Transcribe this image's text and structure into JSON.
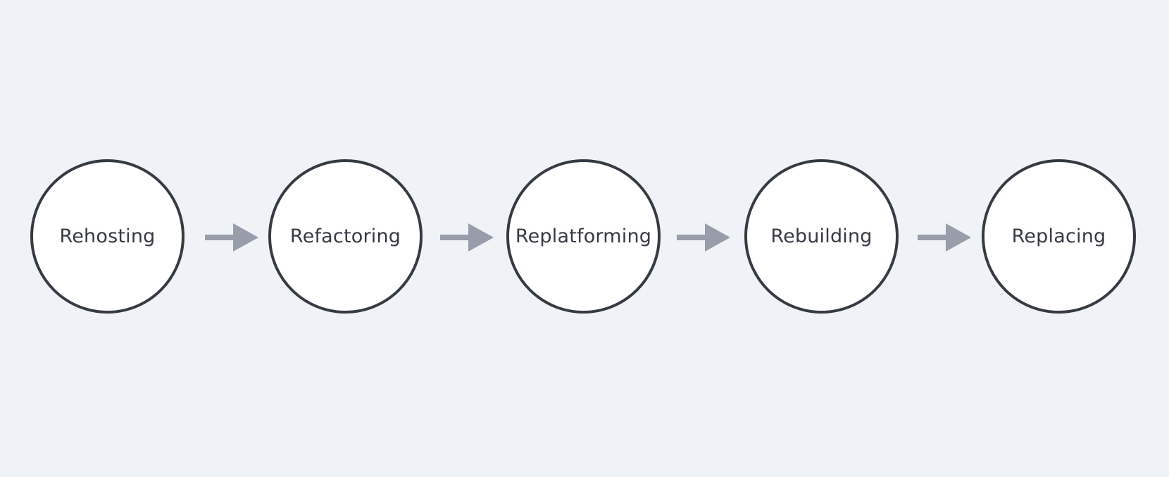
{
  "diagram": {
    "steps": [
      {
        "label": "Rehosting"
      },
      {
        "label": "Refactoring"
      },
      {
        "label": "Replatforming"
      },
      {
        "label": "Rebuilding"
      },
      {
        "label": "Replacing"
      }
    ],
    "colors": {
      "background": "#eff3f8",
      "node_fill": "#ffffff",
      "node_stroke": "#363a42",
      "text": "#363a42",
      "arrow": "#979daa"
    }
  }
}
